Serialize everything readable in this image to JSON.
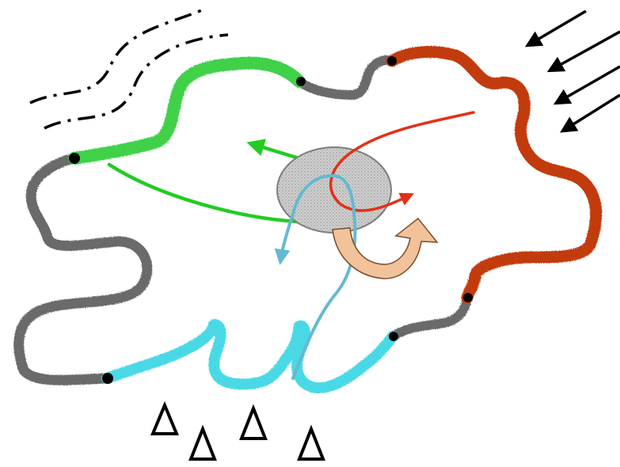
{
  "colors": {
    "background": "#ffffff",
    "outline_default": "#6b6b6b",
    "segment_green": "#3fd14a",
    "segment_red": "#c23a10",
    "segment_cyan": "#49d9e6",
    "junction_dot": "#000000",
    "flow_green": "#22cc22",
    "flow_red": "#e43018",
    "flow_cyan": "#66b8d0",
    "core_fill": "#c8c8c8",
    "curved_arrow": "#f2c29a",
    "dashed_lines": "#000000",
    "incoming_arrows": "#000000",
    "triangles": "#000000"
  },
  "icons": {
    "core": "stippled-ellipse",
    "curved_arrow": "u-turn-arrow",
    "incoming": "diagonal-arrow",
    "marker": "hollow-triangle"
  }
}
